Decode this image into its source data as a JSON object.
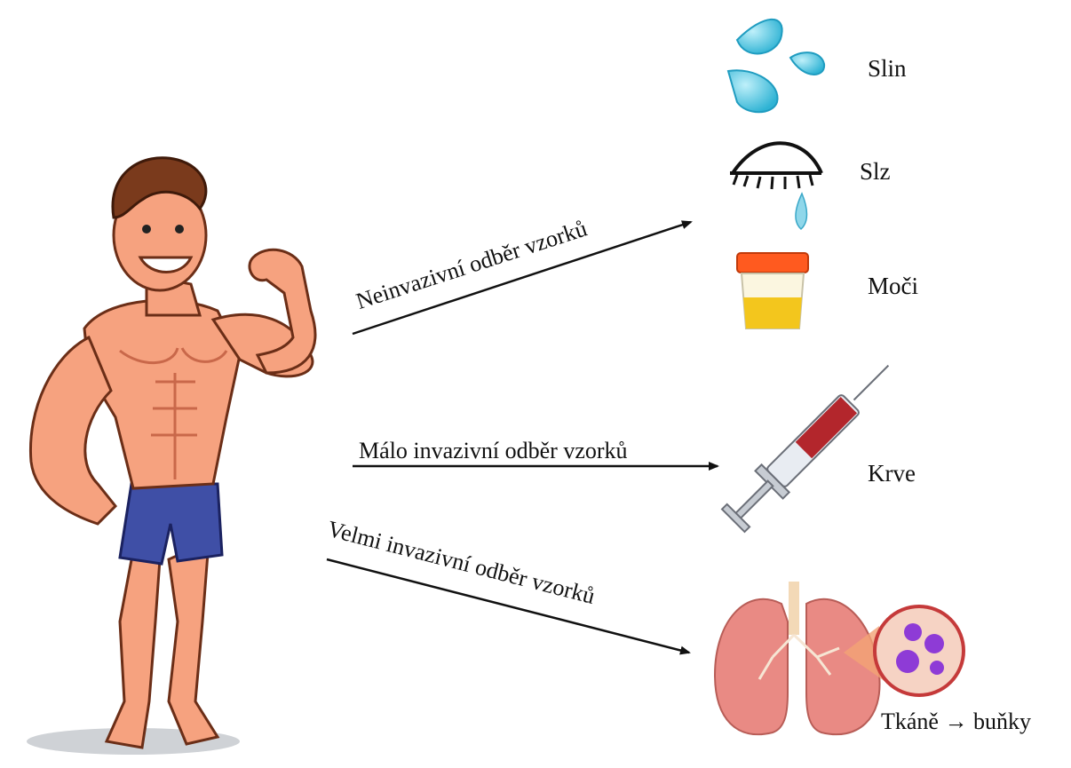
{
  "sample_labels": {
    "saliva": "Slin",
    "tears": "Slz",
    "urine": "Moči",
    "blood": "Krve",
    "tissue": "Tkáně → buňky"
  },
  "arrow_labels": {
    "noninvasive": "Neinvazivní odběr vzorků",
    "minimally_invasive": "Málo invazivní odběr vzorků",
    "very_invasive": "Velmi invazivní odběr vzorků"
  },
  "colors": {
    "skin": "#f6a27f",
    "skin_shadow": "#d9785a",
    "hair": "#7a3a1c",
    "shorts": "#3f4fa6",
    "drop": "#55c9e0",
    "urine": "#f3c61d",
    "cap": "#ff5a1f",
    "blood": "#b3262c",
    "lung": "#e98a84",
    "cells": "#8e3bd6"
  },
  "icons": [
    "person-flexing",
    "saliva-drops-icon",
    "tear-eye-icon",
    "urine-cup-icon",
    "syringe-icon",
    "lungs-icon"
  ]
}
